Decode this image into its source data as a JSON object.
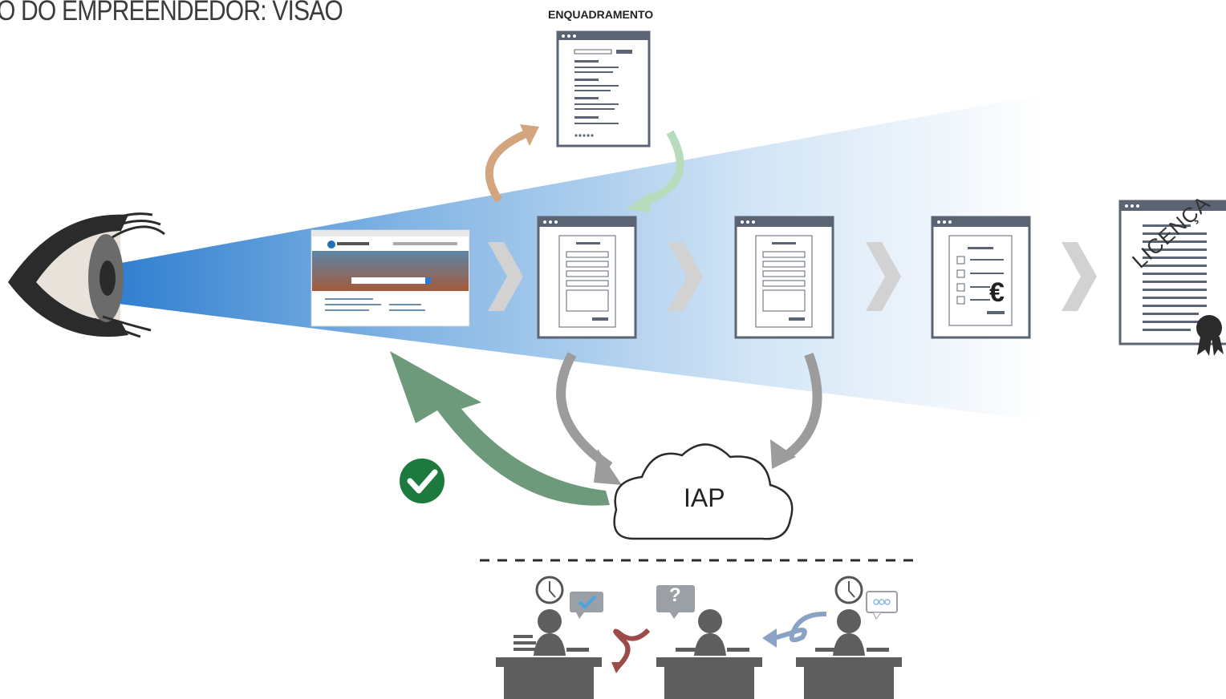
{
  "title": "O DO EMPREENDEDOR: VISÃO",
  "enquadramento_label": "ENQUADRAMENTO",
  "cloud_label": "IAP",
  "licence_label": "LICENÇA",
  "currency_symbol": "€",
  "question_symbol": "?",
  "colors": {
    "beam_blue": "#3a86cf",
    "chevron_gray": "#d2d2d2",
    "window_border": "#5a6472",
    "arrow_gray": "#9c9c9c",
    "approval_green": "#6e9a7c",
    "check_green": "#1d7a3e",
    "enquadramento_out_arrow": "#d3a57f",
    "enquadramento_in_arrow": "#b7dcbb",
    "office_gray": "#5e5e5e"
  },
  "icons": [
    "eye-icon",
    "browser-screenshot",
    "form-window-icon",
    "form-window-icon",
    "checklist-payment-window-icon",
    "licence-certificate-icon",
    "cloud-icon",
    "checkmark-circle-icon",
    "desk-worker-icon",
    "clock-icon",
    "speech-bubble-icon"
  ]
}
